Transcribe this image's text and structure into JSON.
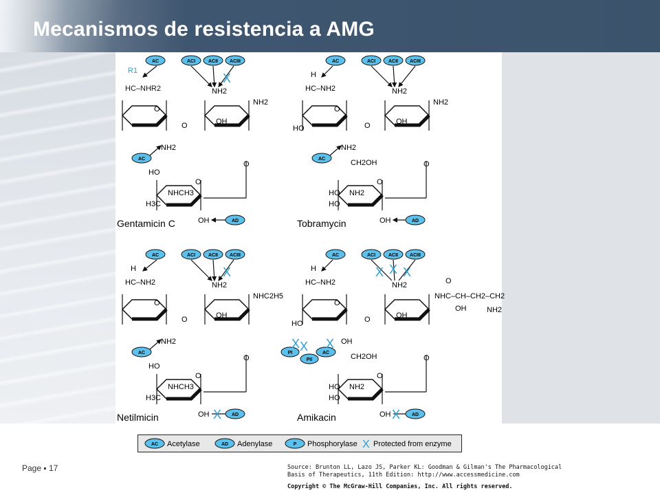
{
  "slide": {
    "title": "Mecanismos de resistencia a AMG",
    "page_label": "Page",
    "page_bullet": "▪",
    "page_number": "17"
  },
  "labels": {
    "ac": "AC",
    "ac1": "ACI",
    "ac2": "ACII",
    "ac3": "ACIII",
    "ad": "AD",
    "p1": "PI",
    "p2": "PII",
    "x": "X",
    "nh2": "NH2",
    "oh": "OH",
    "ho": "HO",
    "o": "O",
    "ch2oh": "CH2OH",
    "nhch3": "NHCH3",
    "h3c": "H3C",
    "hc_nh2": "HC–NH2",
    "hc_nhr2": "HC–NHR2",
    "r1": "R1",
    "h": "H",
    "nhc2h5": "NHC2H5",
    "amikacin_chain": "NHC–CH–CH2–CH2",
    "amikacin_oh": "OH",
    "amikacin_nh2": "NH2",
    "amikacin_o": "O"
  },
  "drugs": {
    "gentamicin": "Gentamicin C",
    "tobramycin": "Tobramycin",
    "netilmicin": "Netilmicin",
    "amikacin": "Amikacin"
  },
  "legend": {
    "ac_symbol": "AC",
    "ac_text": "Acetylase",
    "ad_symbol": "AD",
    "ad_text": "Adenylase",
    "p_symbol": "P",
    "p_text": "Phosphorylase",
    "x_symbol": "X",
    "x_text": "Protected from enzyme"
  },
  "footer": {
    "source_line1": "Source: Brunton LL, Lazo JS, Parker KL: Goodman & Gilman's The Pharmacological",
    "source_line2": "Basis of Therapeutics, 11th Edition: http://www.accessmedicine.com",
    "copyright": "Copyright © The McGraw-Hill Companies, Inc. All rights reserved."
  },
  "colors": {
    "header": "#3b536b",
    "enzyme_fill": "#5bc0eb",
    "protect_x": "#2a9fd6",
    "r_group": "#2a9fd6"
  }
}
